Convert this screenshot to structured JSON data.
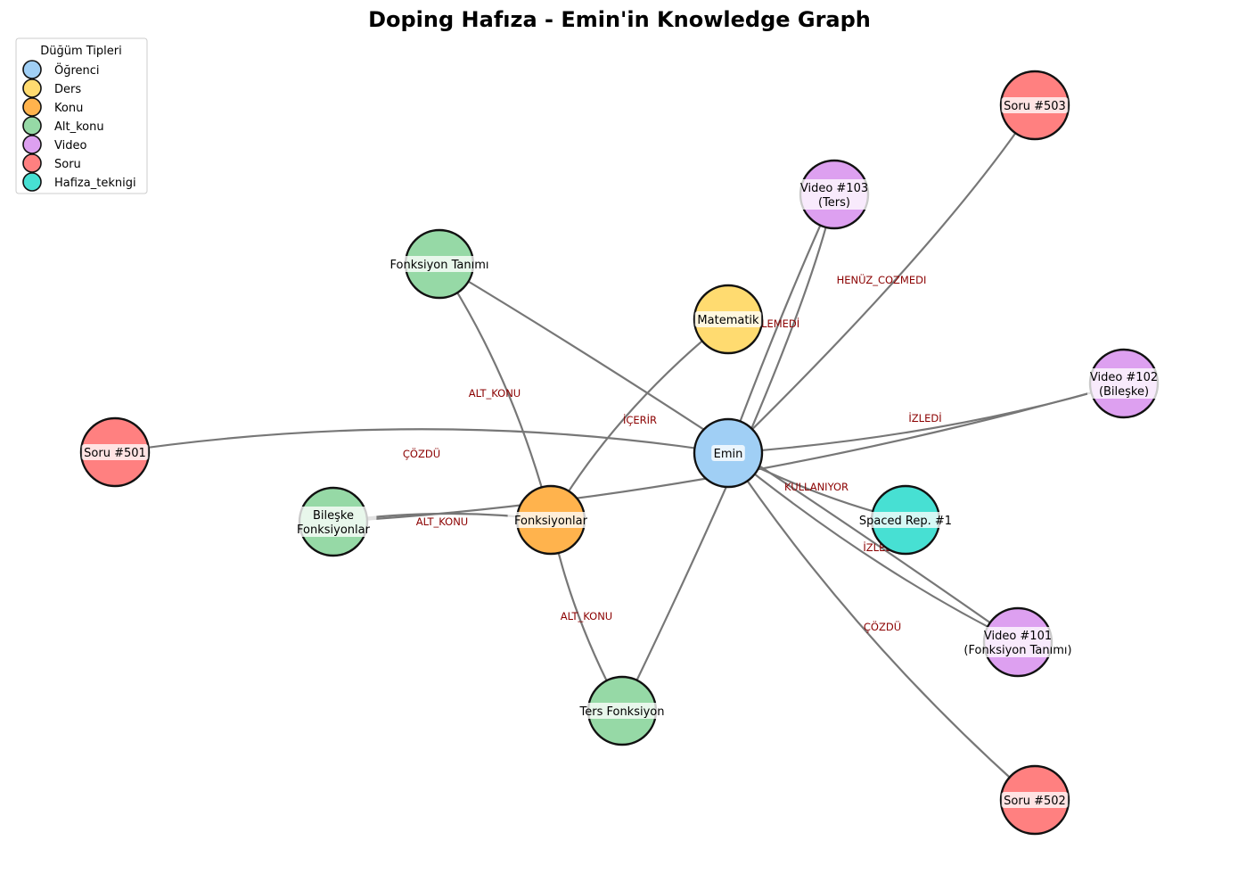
{
  "title": "Doping Hafıza - Emin'in Knowledge Graph",
  "legend": {
    "title": "Düğüm Tipleri",
    "items": [
      {
        "label": "Öğrenci",
        "type": "ogrenci",
        "color": "#a0cff5"
      },
      {
        "label": "Ders",
        "type": "ders",
        "color": "#ffdb70"
      },
      {
        "label": "Konu",
        "type": "konu",
        "color": "#ffb34d"
      },
      {
        "label": "Alt_konu",
        "type": "alt_konu",
        "color": "#96d9a6"
      },
      {
        "label": "Video",
        "type": "video",
        "color": "#dda0f0"
      },
      {
        "label": "Soru",
        "type": "soru",
        "color": "#ff8080"
      },
      {
        "label": "Hafiza_teknigi",
        "type": "hafiza_teknigi",
        "color": "#47e0d3"
      }
    ]
  },
  "nodes": [
    {
      "id": "emin",
      "label": "Emin",
      "type": "ogrenci"
    },
    {
      "id": "matematik",
      "label": "Matematik",
      "type": "ders"
    },
    {
      "id": "fonksiyonlar",
      "label": "Fonksiyonlar",
      "type": "konu"
    },
    {
      "id": "fonksiyon_tanimi",
      "label": "Fonksiyon Tanımı",
      "type": "alt_konu"
    },
    {
      "id": "bileske",
      "label": "Bileşke\nFonksiyonlar",
      "type": "alt_konu"
    },
    {
      "id": "ters",
      "label": "Ters Fonksiyon",
      "type": "alt_konu"
    },
    {
      "id": "video103",
      "label": "Video #103\n(Ters)",
      "type": "video"
    },
    {
      "id": "video102",
      "label": "Video #102\n(Bileşke)",
      "type": "video"
    },
    {
      "id": "video101",
      "label": "Video #101\n(Fonksiyon Tanımı)",
      "type": "video"
    },
    {
      "id": "soru501",
      "label": "Soru #501",
      "type": "soru"
    },
    {
      "id": "soru502",
      "label": "Soru #502",
      "type": "soru"
    },
    {
      "id": "soru503",
      "label": "Soru #503",
      "type": "soru"
    },
    {
      "id": "spaced",
      "label": "Spaced Rep. #1",
      "type": "hafiza_teknigi"
    }
  ],
  "edges": [
    {
      "id": "e1",
      "from": "emin",
      "to": "soru501",
      "label": "ÇÖZDÜ"
    },
    {
      "id": "e2",
      "from": "emin",
      "to": "soru502",
      "label": "ÇÖZDÜ"
    },
    {
      "id": "e3",
      "from": "emin",
      "to": "soru503",
      "label": "HENÜZ_COZMEDI"
    },
    {
      "id": "e4",
      "from": "emin",
      "to": "video103",
      "label": "İZLEMEDİ"
    },
    {
      "id": "e5",
      "from": "emin",
      "to": "video102",
      "label": "İZLEDİ"
    },
    {
      "id": "e6",
      "from": "emin",
      "to": "video101",
      "label": "İZLEDİ"
    },
    {
      "id": "e7",
      "from": "emin",
      "to": "spaced",
      "label": "KULLANIYOR"
    },
    {
      "id": "e8",
      "from": "matematik",
      "to": "fonksiyonlar",
      "label": "İÇERİR"
    },
    {
      "id": "e9",
      "from": "fonksiyonlar",
      "to": "fonksiyon_tanimi",
      "label": "ALT_KONU"
    },
    {
      "id": "e10",
      "from": "fonksiyonlar",
      "to": "bileske",
      "label": "ALT_KONU"
    },
    {
      "id": "e11",
      "from": "fonksiyonlar",
      "to": "ters",
      "label": "ALT_KONU"
    },
    {
      "id": "e12",
      "from": "video101",
      "to": "fonksiyon_tanimi",
      "label": ""
    },
    {
      "id": "e13",
      "from": "video102",
      "to": "bileske",
      "label": ""
    },
    {
      "id": "e14",
      "from": "ters",
      "to": "video103",
      "label": ""
    }
  ]
}
